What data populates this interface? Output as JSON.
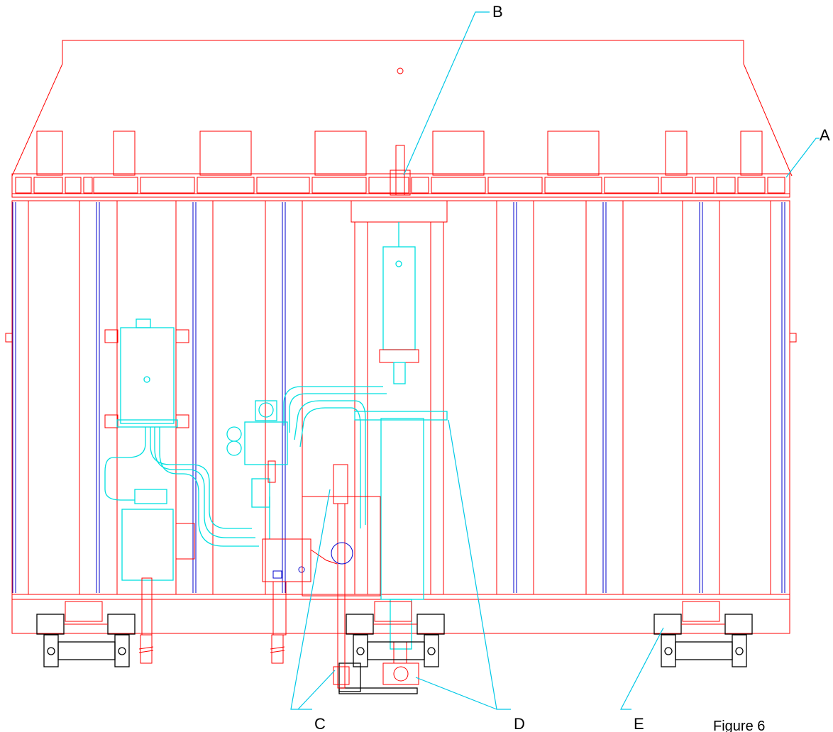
{
  "figure": {
    "caption": "Figure 6",
    "callouts": [
      {
        "id": "A",
        "text": "A"
      },
      {
        "id": "B",
        "text": "B"
      },
      {
        "id": "C",
        "text": "C"
      },
      {
        "id": "D",
        "text": "D"
      },
      {
        "id": "E",
        "text": "E"
      }
    ]
  },
  "colors": {
    "frame": "#ff0000",
    "hydraulics": "#00e0e0",
    "slats": "#0000cc",
    "casters": "#000000",
    "leaders": "#00c8e6"
  }
}
